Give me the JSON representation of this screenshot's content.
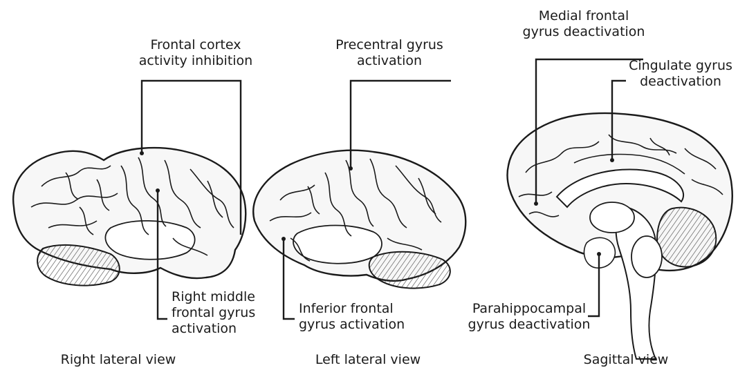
{
  "figure": {
    "labels": {
      "frontal_cortex": "Frontal cortex\nactivity inhibition",
      "right_middle_frontal": "Right middle\nfrontal gyrus\nactivation",
      "precentral": "Precentral gyrus\nactivation",
      "inferior_frontal": "Inferior frontal\ngyrus activation",
      "medial_frontal": "Medial frontal\ngyrus deactivation",
      "cingulate": "Cingulate gyrus\ndeactivation",
      "parahippocampal": "Parahippocampal\ngyrus deactivation"
    },
    "views": {
      "right_lateral": "Right lateral view",
      "left_lateral": "Left lateral view",
      "sagittal": "Sagittal view"
    }
  }
}
